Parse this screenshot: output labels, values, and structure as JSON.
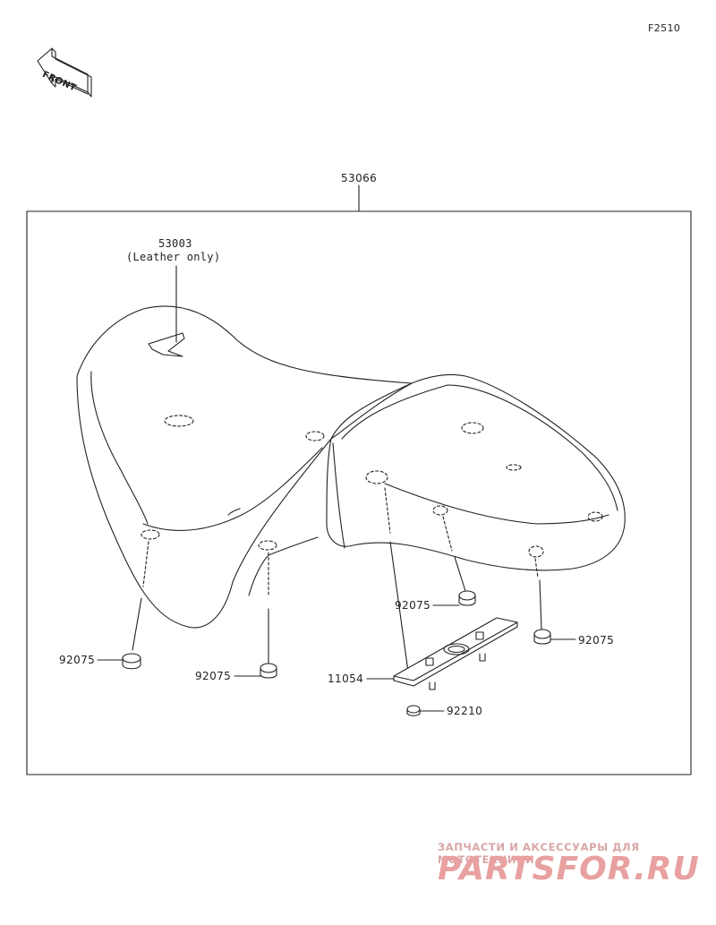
{
  "figure_code": "F2510",
  "front_label": "FRONT",
  "assembly": {
    "part_no": "53066"
  },
  "parts": {
    "cover": {
      "part_no": "53003",
      "note": "(Leather only)"
    },
    "damper_front_left": {
      "part_no": "92075"
    },
    "damper_front_mid": {
      "part_no": "92075"
    },
    "damper_center": {
      "part_no": "92075"
    },
    "damper_rear": {
      "part_no": "92075"
    },
    "bracket": {
      "part_no": "11054"
    },
    "grommet": {
      "part_no": "92210"
    }
  },
  "watermark": {
    "tagline": "ЗАПЧАСТИ И АКСЕССУАРЫ ДЛЯ МОТОТЕХНИКИ",
    "logo": "PARTSFOR.RU"
  }
}
